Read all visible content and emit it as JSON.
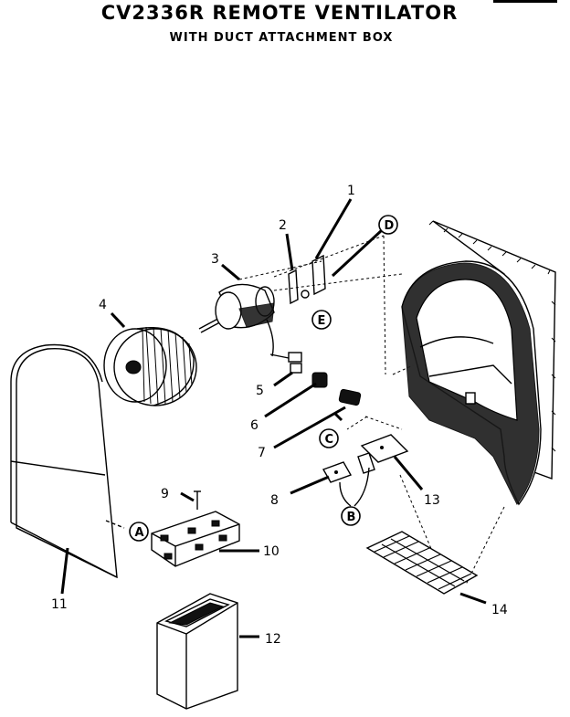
{
  "title": "CV2336R REMOTE VENTILATOR",
  "subtitle": "WITH DUCT ATTACHMENT BOX",
  "callouts": {
    "c1": "1",
    "c2": "2",
    "c3": "3",
    "c4": "4",
    "c5": "5",
    "c6": "6",
    "c7": "7",
    "c8": "8",
    "c9": "9",
    "c10": "10",
    "c11": "11",
    "c12": "12",
    "c13": "13",
    "c14": "14"
  },
  "refs": {
    "A": "A",
    "B": "B",
    "C": "C",
    "D": "D",
    "E": "E"
  }
}
